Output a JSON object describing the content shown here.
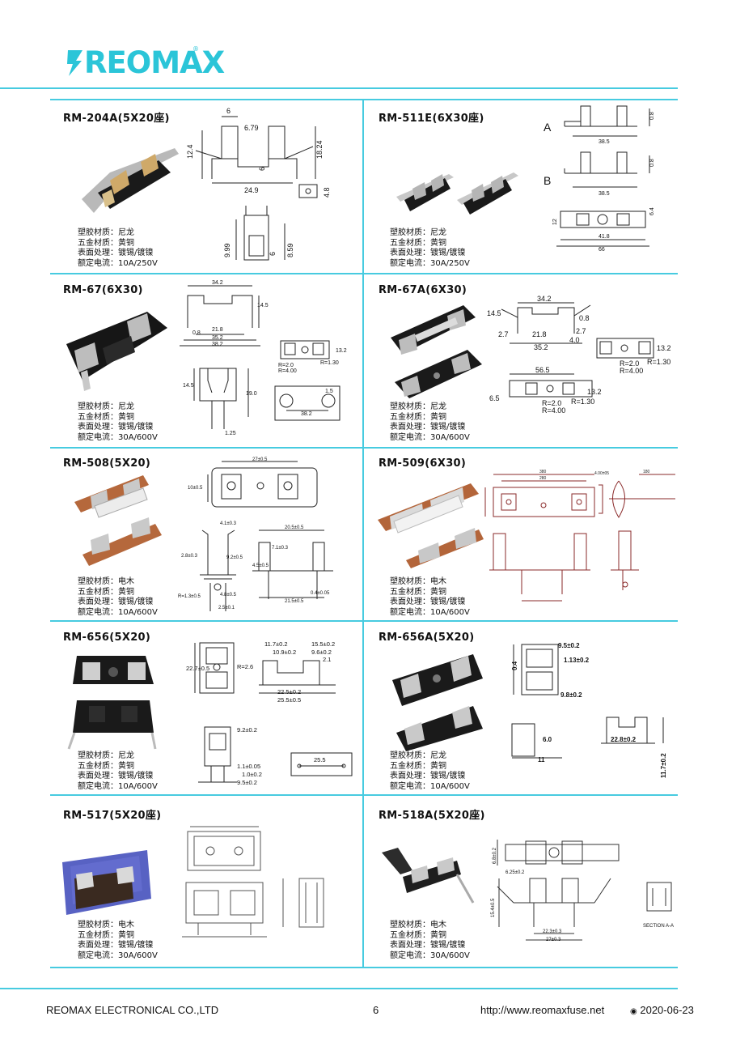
{
  "header": {
    "brand": "REOMAX",
    "registered": "®"
  },
  "products": [
    {
      "model": "RM-204A(5X20座)",
      "specs": [
        "塑胶材质：尼龙",
        "五金材质：黄铜",
        "表面处理：镀锡/镀镍",
        "额定电流：10A/250V"
      ]
    },
    {
      "model": "RM-511E(6X30座)",
      "specs": [
        "塑胶材质：尼龙",
        "五金材质：黄铜",
        "表面处理：镀锡/镀镍",
        "额定电流：30A/250V"
      ]
    },
    {
      "model": "RM-67(6X30)",
      "specs": [
        "塑胶材质：尼龙",
        "五金材质：黄铜",
        "表面处理：镀锡/镀镍",
        "额定电流：30A/600V"
      ]
    },
    {
      "model": "RM-67A(6X30)",
      "specs": [
        "塑胶材质：尼龙",
        "五金材质：黄铜",
        "表面处理：镀锡/镀镍",
        "额定电流：30A/600V"
      ]
    },
    {
      "model": "RM-508(5X20)",
      "specs": [
        "塑胶材质：电木",
        "五金材质：黄铜",
        "表面处理：镀锡/镀镍",
        "额定电流：10A/600V"
      ]
    },
    {
      "model": "RM-509(6X30)",
      "specs": [
        "塑胶材质：电木",
        "五金材质：黄铜",
        "表面处理：镀锡/镀镍",
        "额定电流：10A/600V"
      ]
    },
    {
      "model": "RM-656(5X20)",
      "specs": [
        "塑胶材质：尼龙",
        "五金材质：黄铜",
        "表面处理：镀锡/镀镍",
        "额定电流：10A/600V"
      ]
    },
    {
      "model": "RM-656A(5X20)",
      "specs": [
        "塑胶材质：尼龙",
        "五金材质：黄铜",
        "表面处理：镀锡/镀镍",
        "额定电流：10A/600V"
      ]
    },
    {
      "model": "RM-517(5X20座)",
      "specs": [
        "塑胶材质：电木",
        "五金材质：黄铜",
        "表面处理：镀锡/镀镍",
        "额定电流：30A/600V"
      ]
    },
    {
      "model": "RM-518A(5X20座)",
      "specs": [
        "塑胶材质：电木",
        "五金材质：黄铜",
        "表面处理：镀锡/镀镍",
        "额定电流：30A/600V"
      ]
    }
  ],
  "dims": {
    "p204a": {
      "a": "6",
      "b": "6.79",
      "c": "12.4",
      "d": "18.24",
      "e": "6",
      "f": "24.9",
      "g": "4.8",
      "h": "9.99",
      "i": "6",
      "j": "8.59"
    },
    "p511e": {
      "A": "A",
      "B": "B",
      "a1": "0.8",
      "a2": "38.5",
      "b1": "0.8",
      "b2": "38.5",
      "c1": "41.8",
      "c2": "66",
      "c3": "12",
      "c4": "6.4"
    },
    "p67": {
      "a": "34.2",
      "b": "14.5",
      "c": "21.8",
      "d": "0.8",
      "e": "35.2",
      "f": "38.2",
      "g": "13.2",
      "h": "R=2.0",
      "i": "R=1.30",
      "j": "R=4.00",
      "k": "14.5",
      "l": "19.0",
      "m": "1.5",
      "n": "38.2",
      "o": "1.25"
    },
    "p67a": {
      "a": "34.2",
      "b": "14.5",
      "c": "0.8",
      "d": "2.7",
      "e": "21.8",
      "f": "2.7",
      "g": "4.0",
      "h": "35.2",
      "i": "13.2",
      "j": "R=2.0",
      "k": "R=1.30",
      "l": "R=4.00",
      "m": "56.5",
      "n": "13.2",
      "o": "6.5",
      "p": "R=2.0",
      "q": "R=1.30",
      "r": "R=4.00"
    },
    "p508": {
      "a": "27±0.5",
      "b": "10±0.5",
      "c": "4.1±0.3",
      "d": "2.8±0.3",
      "e": "9.2±0.5",
      "f": "R=1.3±0.5",
      "g": "4.8±0.5",
      "h": "2.5±0.1",
      "i": "20.5±0.5",
      "j": "7.1±0.3",
      "k": "4.5±0.5",
      "l": "0.4±0.05",
      "m": "21.5±0.5"
    },
    "p509": {
      "a": "380",
      "b": "280",
      "c": "4.00±05",
      "d": "180"
    },
    "p656": {
      "a": "11.7±0.2",
      "b": "15.5±0.2",
      "c": "10.9±0.2",
      "d": "9.6±0.2",
      "e": "2.1",
      "f": "22.7±0.5",
      "g": "R=2.6",
      "h": "22.5±0.2",
      "i": "25.5±0.5",
      "j": "9.2±0.2",
      "k": "1.1±0.05",
      "l": "1.0±0.2",
      "m": "9.5±0.2",
      "n": "25.5"
    },
    "p656a": {
      "a": "9.5±0.2",
      "b": "1.13±0.2",
      "c": "0.4",
      "d": "9.8±0.2",
      "e": "6.0",
      "f": "11",
      "g": "22.8±0.2",
      "h": "11.7±0.2"
    },
    "p518a": {
      "a": "6.8±0.2",
      "b": "6.25±0.2",
      "c": "15.4±0.5",
      "d": "22.3±0.3",
      "e": "27±0.3",
      "f": "SECTION A-A"
    }
  },
  "footer": {
    "company": "REOMAX  ELECTRONICAL CO.,LTD",
    "page": "6",
    "url": "http://www.reomaxfuse.net",
    "date": "2020-06-23"
  }
}
